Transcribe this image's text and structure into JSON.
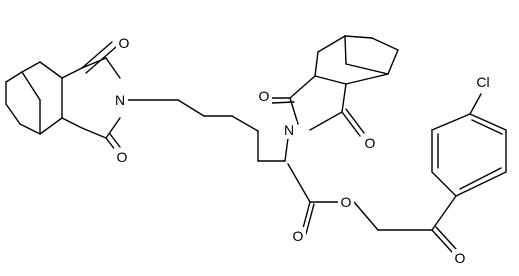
{
  "diagram": {
    "type": "chemical-structure",
    "colors": {
      "bond": "#000000",
      "label": "#000000",
      "background": "#ffffff"
    },
    "atoms": {
      "o_left_top": "O",
      "o_left_bottom": "O",
      "n_left": "N",
      "o_right_top": "O",
      "o_right_bottom": "O",
      "n_right": "N",
      "o_ester_carbonyl": "O",
      "o_ester": "O",
      "o_ketone": "O",
      "cl": "Cl"
    }
  }
}
